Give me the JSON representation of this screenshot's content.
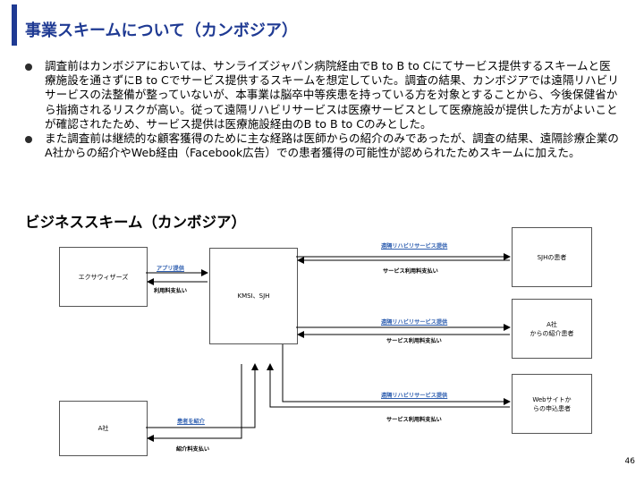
{
  "title": "事業スキームについて（カンボジア）",
  "bullets": [
    "調査前はカンボジアにおいては、サンライズジャパン病院経由でB to B to Cにてサービス提供するスキームと医療施設を通さずにB to Cでサービス提供するスキームを想定していた。調査の結果、カンボジアでは遠隔リハビリサービスの法整備が整っていないが、本事業は脳卒中等疾患を持っている方を対象とすることから、今後保健省から指摘されるリスクが高い。従って遠隔リハビリサービスは医療サービスとして医療施設が提供した方がよいことが確認されたため、サービス提供は医療施設経由のB to B to Cのみとした。",
    "また調査前は継続的な顧客獲得のために主な経路は医師からの紹介のみであったが、調査の結果、遠隔診療企業のA社からの紹介やWeb経由（Facebook広告）での患者獲得の可能性が認められたためスキームに加えた。"
  ],
  "section_title": "ビジネススキーム（カンボジア）",
  "boxes": {
    "ecosyst": "エクサウィザーズ",
    "kmsi": "KMSI、SJH",
    "sjh": "SJHの患者",
    "acompany_patient": "A社\nからの紹介患者",
    "web_patient": "Webサイトか\nらの申込患者",
    "acompany": "A社"
  },
  "arrow_labels": {
    "app_provide": "アプリ提供",
    "usage_fee_1": "利用料支払い",
    "remote_rehab_1": "遠隔リハビリサービス提供",
    "service_fee_1": "サービス利用料支払い",
    "remote_rehab_2": "遠隔リハビリサービス提供",
    "service_fee_2": "サービス利用料支払い",
    "remote_rehab_3": "遠隔リハビリサービス提供",
    "service_fee_3": "サービス利用料支払い",
    "patient_referral": "患者を紹介",
    "referral_fee": "紹介料支払い"
  },
  "page_number": "46",
  "colors": {
    "title": "#1f3a93",
    "blue_label": "#2f5fb0",
    "bar": "#1f3a93"
  }
}
